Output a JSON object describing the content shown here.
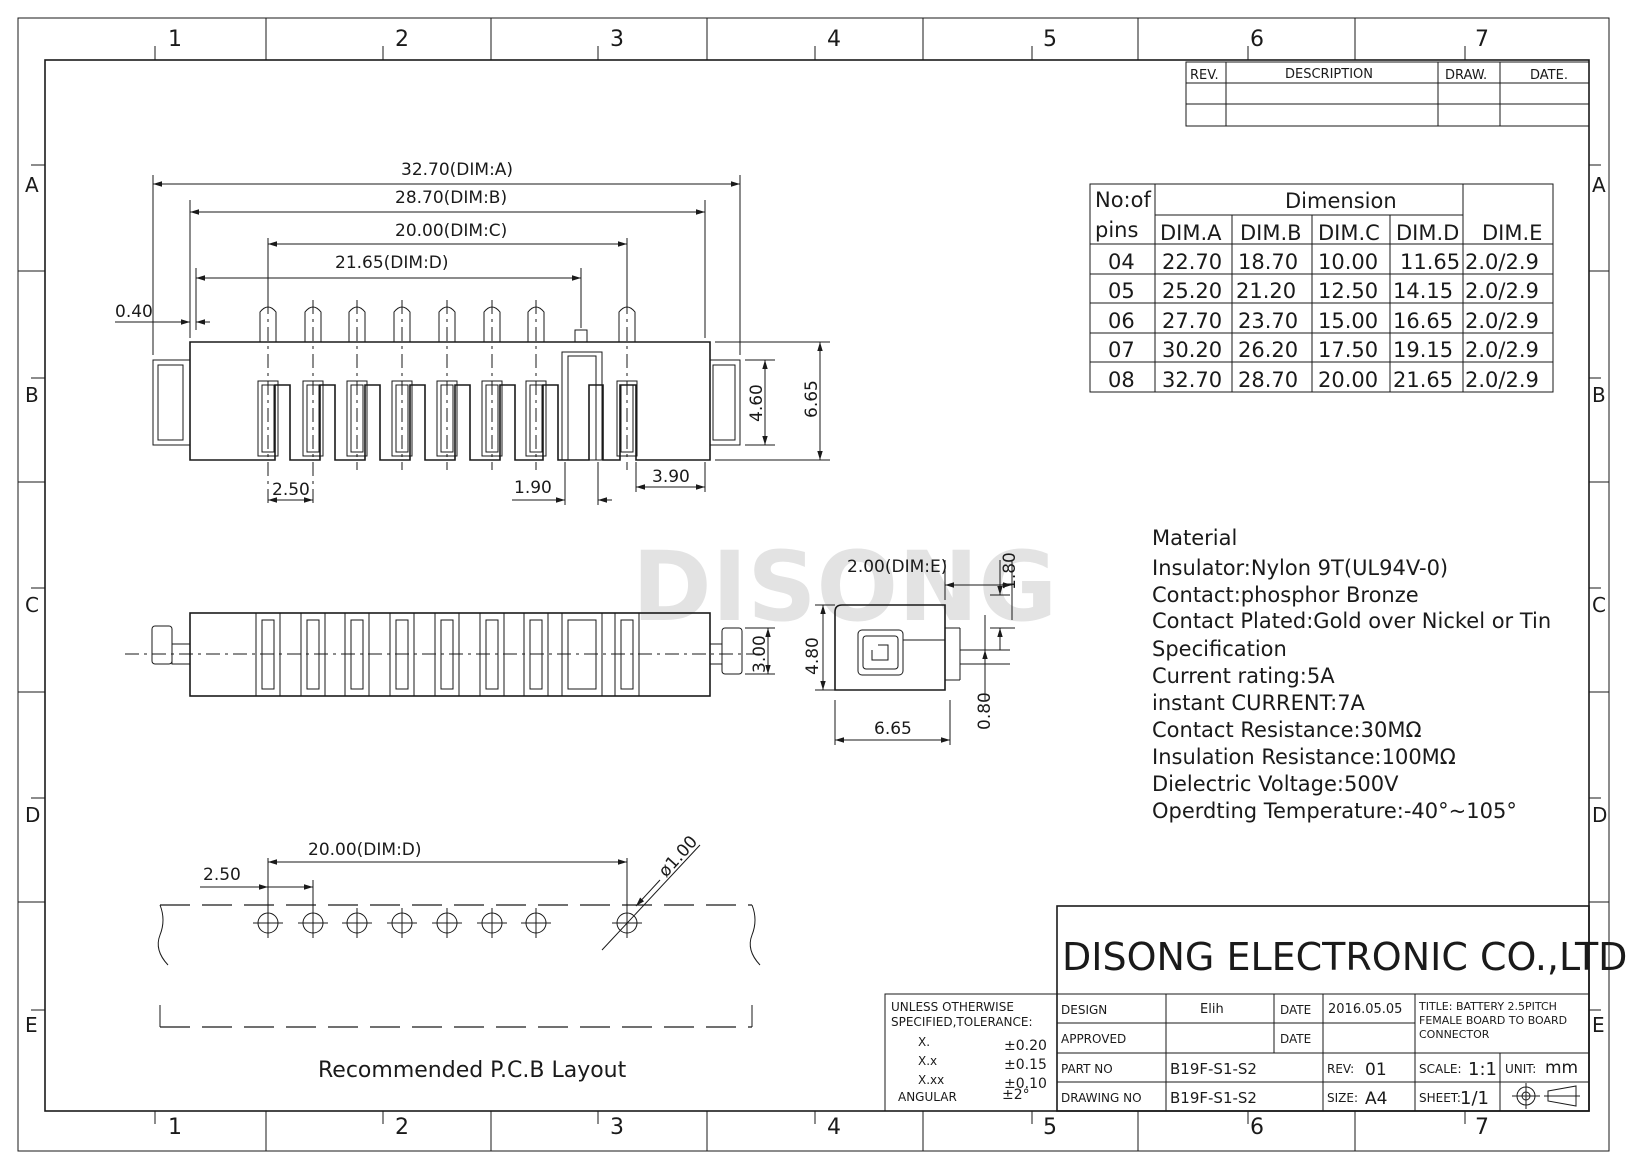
{
  "zone_numbers": [
    "1",
    "2",
    "3",
    "4",
    "5",
    "6",
    "7"
  ],
  "zone_letters": [
    "A",
    "B",
    "C",
    "D",
    "E"
  ],
  "revision_table": {
    "headers": [
      "REV.",
      "DESCRIPTION",
      "DRAW.",
      "DATE."
    ]
  },
  "watermark": "DISONG",
  "dimension_table": {
    "col_pins_line1": "No:of",
    "col_pins_line2": "pins",
    "group_header": "Dimension",
    "columns": [
      "DIM.A",
      "DIM.B",
      "DIM.C",
      "DIM.D",
      "DIM.E"
    ],
    "rows": [
      [
        "04",
        "22.70",
        "18.70",
        "10.00",
        "11.65",
        "2.0/2.9"
      ],
      [
        "05",
        "25.20",
        "21.20",
        "12.50",
        "14.15",
        "2.0/2.9"
      ],
      [
        "06",
        "27.70",
        "23.70",
        "15.00",
        "16.65",
        "2.0/2.9"
      ],
      [
        "07",
        "30.20",
        "26.20",
        "17.50",
        "19.15",
        "2.0/2.9"
      ],
      [
        "08",
        "32.70",
        "28.70",
        "20.00",
        "21.65",
        "2.0/2.9"
      ]
    ]
  },
  "front_view": {
    "dim_a": "32.70(DIM:A)",
    "dim_b": "28.70(DIM:B)",
    "dim_c": "20.00(DIM:C)",
    "dim_d": "21.65(DIM:D)",
    "dim_040": "0.40",
    "dim_460": "4.60",
    "dim_665": "6.65",
    "dim_250": "2.50",
    "dim_190": "1.90",
    "dim_390": "3.90"
  },
  "side_view": {
    "dim_e": "2.00(DIM:E)",
    "dim_180": "1.80",
    "dim_480": "4.80",
    "dim_300": "3.00",
    "dim_080": "0.80",
    "dim_665": "6.65"
  },
  "specs": [
    "Material",
    "Insulator:Nylon 9T(UL94V-0)",
    "Contact:phosphor Bronze",
    "Contact Plated:Gold over Nickel or Tin",
    "Specification",
    "Current rating:5A",
    "instant CURRENT:7A",
    "Contact Resistance:30MΩ",
    "Insulation Resistance:100MΩ",
    "Dielectric Voltage:500V",
    "Operdting Temperature:-40°~105°"
  ],
  "pcb_layout": {
    "dim_d": "20.00(DIM:D)",
    "dim_250": "2.50",
    "dim_hole": "ø1.00",
    "caption": "Recommended P.C.B Layout"
  },
  "title_block": {
    "company": "DISONG ELECTRONIC CO.,LTD.",
    "tolerance_line1": "UNLESS OTHERWISE",
    "tolerance_line2": "SPECIFIED,TOLERANCE:",
    "tolerances": [
      {
        "label": "X.",
        "value": "±0.20"
      },
      {
        "label": "X.x",
        "value": "±0.15"
      },
      {
        "label": "X.xx",
        "value": "±0.10"
      },
      {
        "label": "ANGULAR",
        "value": "±2°"
      }
    ],
    "design_label": "DESIGN",
    "design_value": "Elih",
    "date_label": "DATE",
    "date_value": "2016.05.05",
    "approved_label": "APPROVED",
    "date2_label": "DATE",
    "part_no_label": "PART NO",
    "part_no_value": "B19F-S1-S2",
    "rev_label": "REV:",
    "rev_value": "01",
    "drawing_no_label": "DRAWING NO",
    "drawing_no_value": "B19F-S1-S2",
    "size_label": "SIZE:",
    "size_value": "A4",
    "title_line1": "TITLE: BATTERY 2.5PITCH",
    "title_line2": "FEMALE BOARD TO BOARD",
    "title_line3": "CONNECTOR",
    "scale_label": "SCALE:",
    "scale_value": "1:1",
    "unit_label": "UNIT:",
    "unit_value": "mm",
    "sheet_label": "SHEET:",
    "sheet_value": "1/1"
  }
}
